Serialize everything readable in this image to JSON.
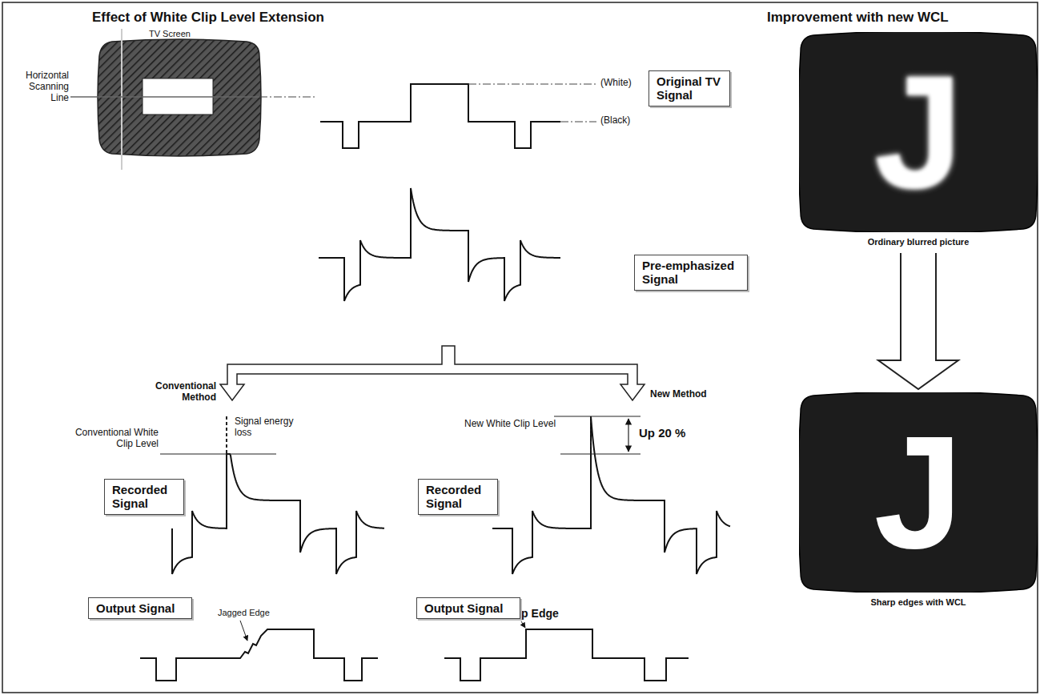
{
  "diagram": {
    "title": "Effect of White Clip Level Extension",
    "nodes": [
      {
        "text": [
          "Original TV Signal"
        ]
      },
      {
        "text": [
          "Pre-emphasized Signal"
        ]
      },
      {
        "text": [
          "Recorded Signal"
        ]
      },
      {
        "text": [
          "Output Signal"
        ]
      },
      {
        "text": [
          "Recorded Signal"
        ]
      },
      {
        "text": [
          "Output Signal"
        ]
      },
      {
        "text": [
          "J",
          "Ordinary blurred picture"
        ]
      },
      {
        "text": [
          "J",
          "Sharp edges with WCL"
        ]
      }
    ],
    "edges": [
      {
        "from": 6,
        "to": 7,
        "arrow": "to"
      }
    ],
    "labels": [
      "Improvement with new WCL",
      "TV Screen",
      "Horizontal Scanning Line",
      "(White)",
      "(Black)",
      "Conventional Method",
      "New Method",
      "Conventional White Clip Level",
      "Signal energy loss",
      "New White Clip Level",
      "Up 20 %",
      "Jagged Edge",
      "Sharp Edge"
    ]
  }
}
